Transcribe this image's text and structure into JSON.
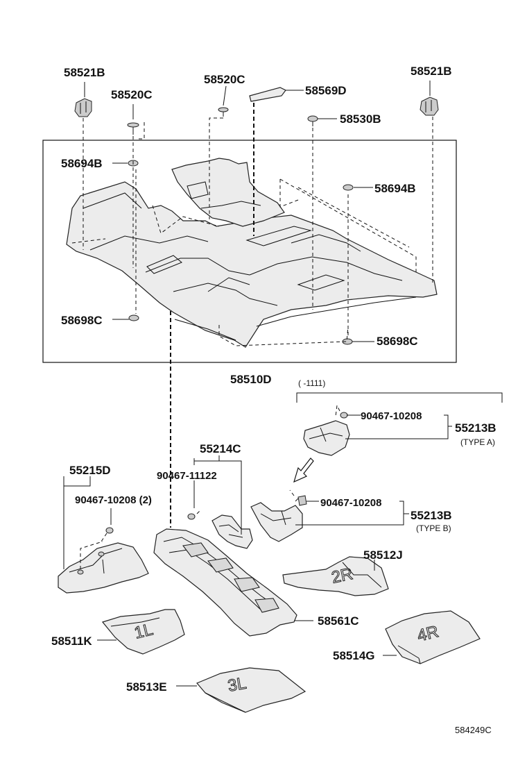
{
  "labels": {
    "p58521B_left": "58521B",
    "p58520C_left": "58520C",
    "p58520C_center": "58520C",
    "p58569D": "58569D",
    "p58530B": "58530B",
    "p58521B_right": "58521B",
    "p58694B_left": "58694B",
    "p58694B_right": "58694B",
    "p58698C_left": "58698C",
    "p58698C_right": "58698C",
    "p58510D": "58510D",
    "range_note": "(      -1111)",
    "p90467_10208_a": "90467-10208",
    "p55213B_a": "55213B",
    "type_a": "(TYPE A)",
    "p55214C": "55214C",
    "p90467_11122": "90467-11122",
    "p55215D": "55215D",
    "p90467_10208_2": "90467-10208 (2)",
    "p90467_10208_b": "90467-10208",
    "p55213B_b": "55213B",
    "type_b": "(TYPE B)",
    "p58512J": "58512J",
    "p58561C": "58561C",
    "p58511K": "58511K",
    "p58514G": "58514G",
    "p58513E": "58513E",
    "ref_code": "584249C"
  },
  "mat_marks": {
    "mat_2r": "2R",
    "mat_1l": "1L",
    "mat_4r": "4R",
    "mat_3l": "3L"
  }
}
